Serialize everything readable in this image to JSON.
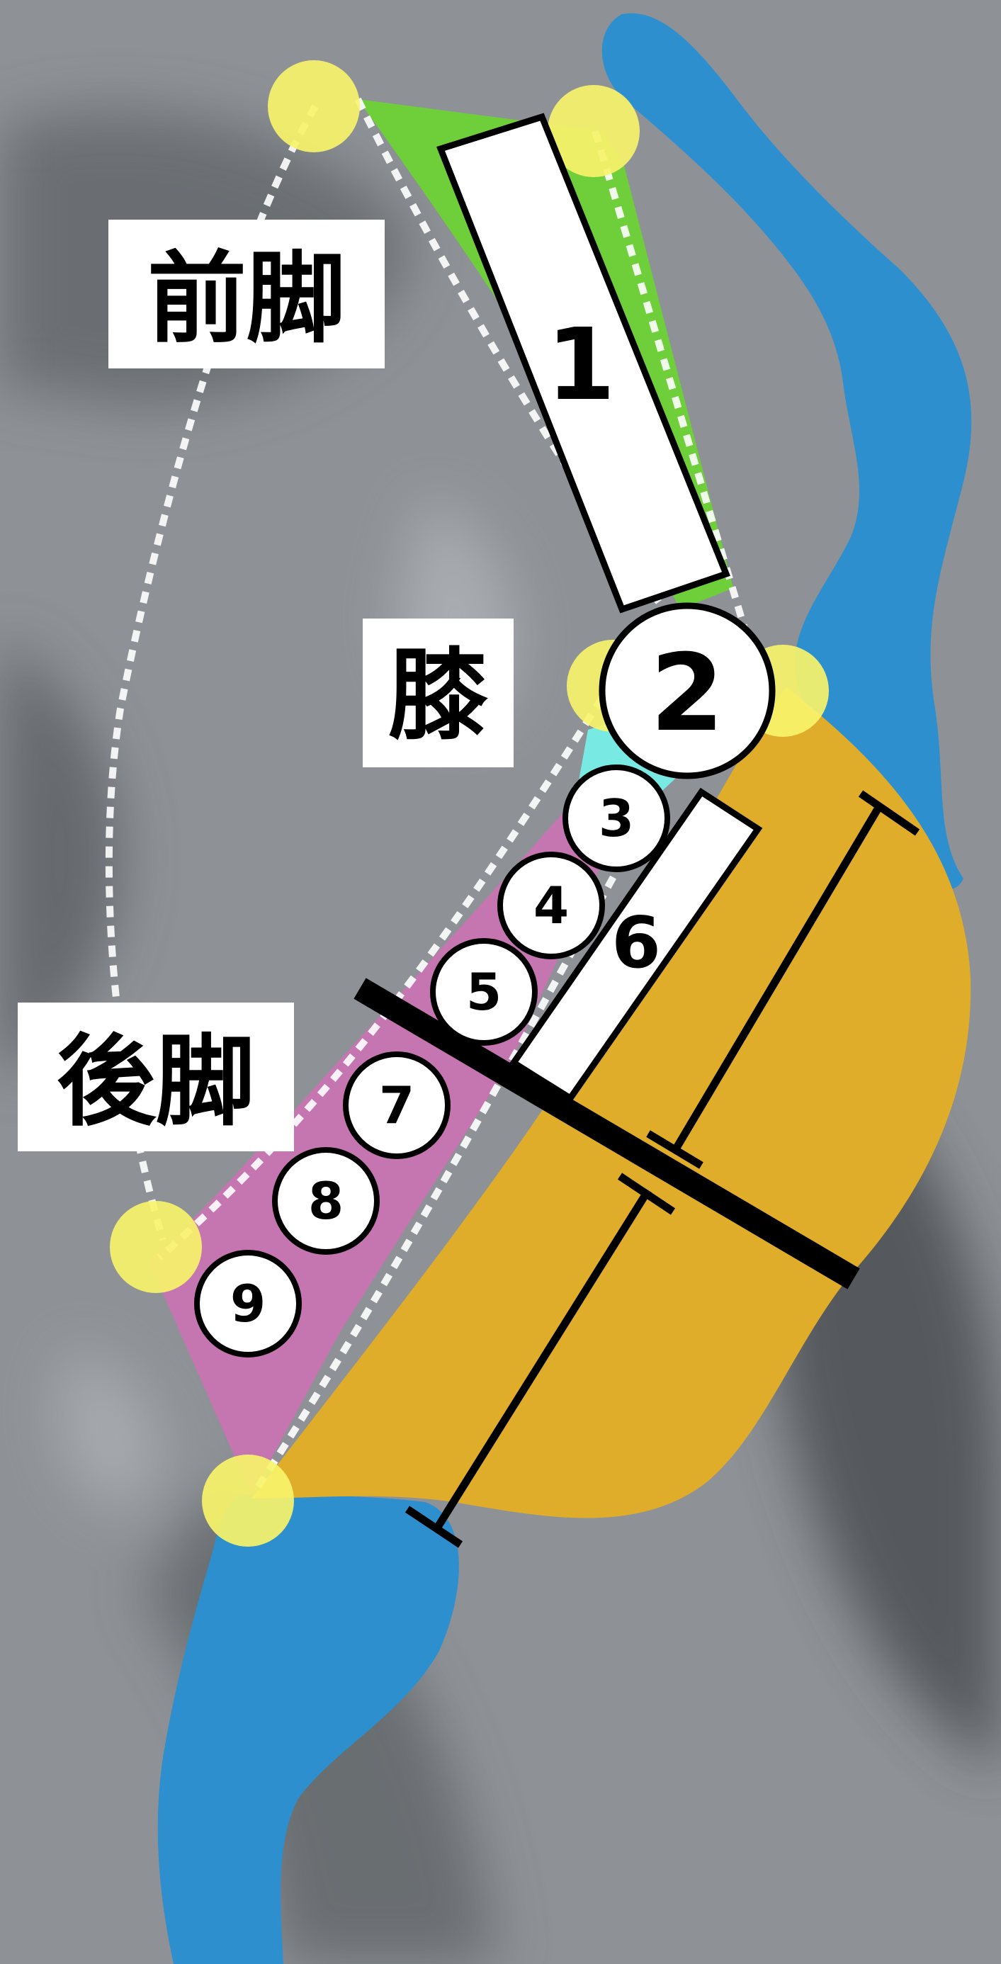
{
  "labels": {
    "anterior_limb": "前脚",
    "knee": "膝",
    "posterior_limb": "後脚"
  },
  "segments": {
    "seg1": "1",
    "seg2": "2",
    "seg3": "3",
    "seg4": "4",
    "seg5": "5",
    "seg6": "6",
    "seg7": "7",
    "seg8": "8",
    "seg9": "9"
  },
  "colors": {
    "background": "#8e9296",
    "blue_structure": "#2e8fcf",
    "gold_region": "#e0ad2a",
    "magenta_region": "#c874b0",
    "green_region": "#6fcf3a",
    "cyan_region": "#79e9e3",
    "landmark_yellow": "#f7f36a",
    "label_box": "#ffffff",
    "outline": "#000000"
  }
}
